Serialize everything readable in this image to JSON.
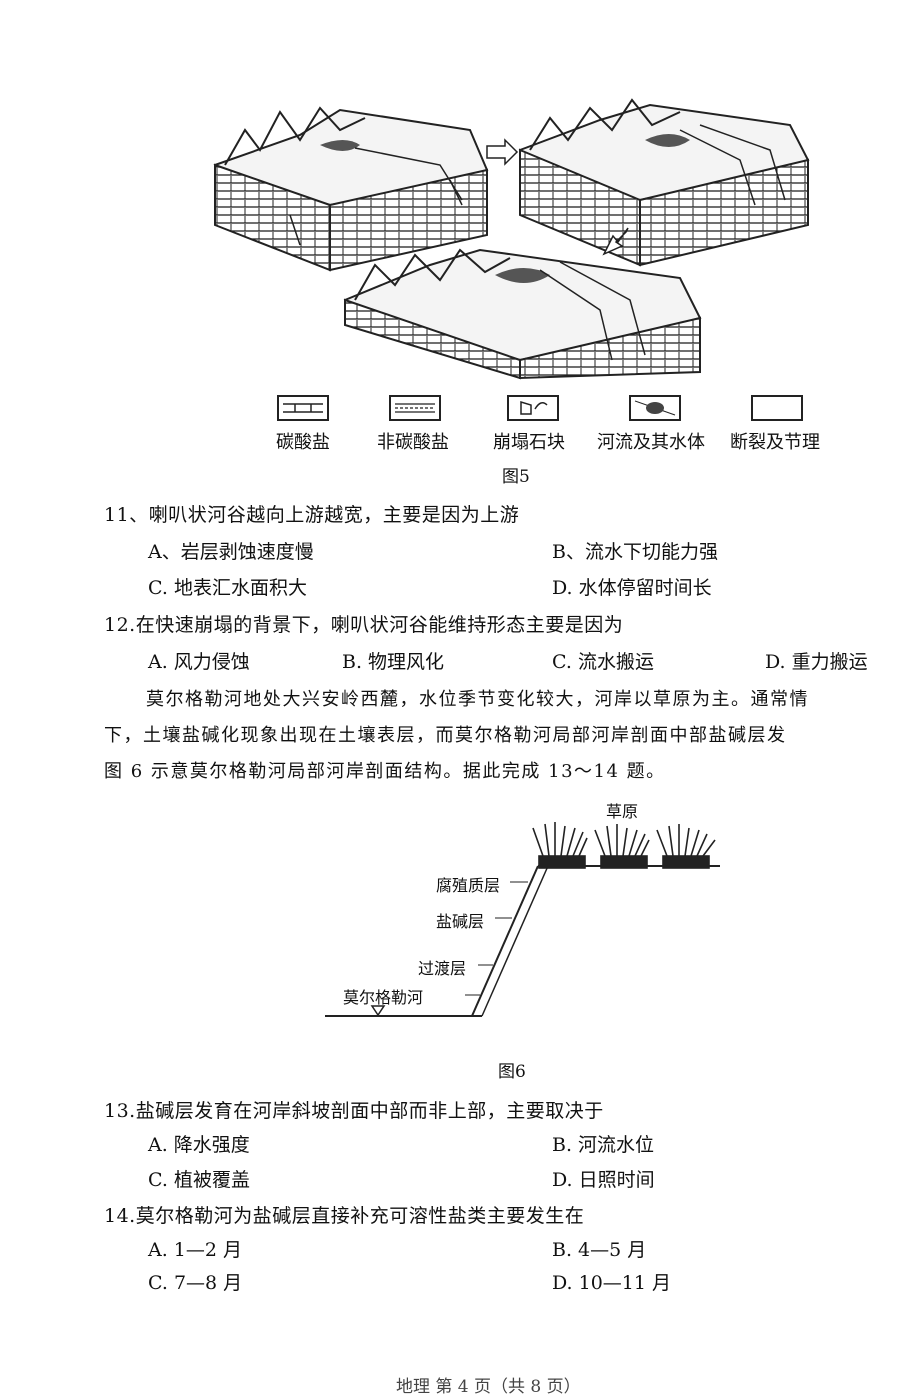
{
  "figure5": {
    "caption": "图5",
    "legend": [
      {
        "label": "碳酸盐",
        "icon": "carbonate-pattern-icon"
      },
      {
        "label": "非碳酸盐",
        "icon": "non-carbonate-pattern-icon"
      },
      {
        "label": "崩塌石块",
        "icon": "collapsed-rock-icon"
      },
      {
        "label": "河流及其水体",
        "icon": "river-water-icon"
      },
      {
        "label": "断裂及节理",
        "icon": "fault-joint-icon"
      }
    ]
  },
  "questions_a": [
    {
      "number": "11、",
      "stem": "喇叭状河谷越向上游越宽，主要是因为上游",
      "options": [
        "A、岩层剥蚀速度慢",
        "B、流水下切能力强",
        "C. 地表汇水面积大",
        "D. 水体停留时间长"
      ]
    },
    {
      "number": "12.",
      "stem": "在快速崩塌的背景下，喇叭状河谷能维持形态主要是因为",
      "options": [
        "A. 风力侵蚀",
        "B. 物理风化",
        "C. 流水搬运",
        "D. 重力搬运"
      ]
    }
  ],
  "passage": [
    "莫尔格勒河地处大兴安岭西麓，水位季节变化较大，河岸以草原为主。通常情",
    "下，土壤盐碱化现象出现在土壤表层，而莫尔格勒河局部河岸剖面中部盐碱层发",
    "图 6 示意莫尔格勒河局部河岸剖面结构。据此完成 13～14 题。"
  ],
  "figure6": {
    "caption": "图6",
    "labels": {
      "grassland": "草原",
      "humus": "腐殖质层",
      "saline": "盐碱层",
      "transition": "过渡层",
      "river": "莫尔格勒河"
    }
  },
  "questions_b": [
    {
      "number": "13.",
      "stem": "盐碱层发育在河岸斜坡剖面中部而非上部，主要取决于",
      "options": [
        "A. 降水强度",
        "B. 河流水位",
        "C. 植被覆盖",
        "D. 日照时间"
      ]
    },
    {
      "number": "14.",
      "stem": "莫尔格勒河为盐碱层直接补充可溶性盐类主要发生在",
      "options": [
        "A. 1—2 月",
        "B. 4—5 月",
        "C. 7—8 月",
        "D. 10—11 月"
      ]
    }
  ],
  "footer": "地理 第 4 页（共 8 页）"
}
